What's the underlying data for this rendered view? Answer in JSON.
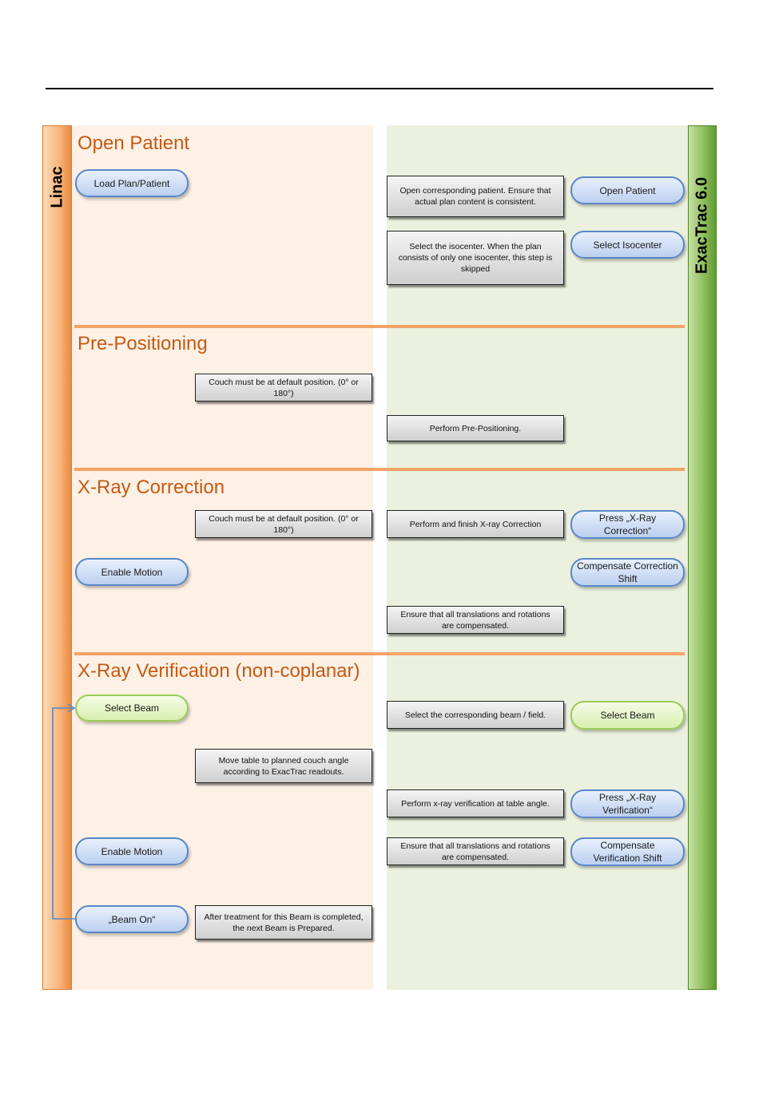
{
  "lanes": {
    "left": "Linac",
    "right": "ExacTrac 6.0"
  },
  "sections": [
    {
      "title": "Open Patient",
      "linac_actions": [
        "Load Plan/Patient"
      ],
      "exactrac_notes": [
        "Open corresponding patient. Ensure that actual plan content is consistent.",
        "Select the isocenter. When the plan consists of only one isocenter, this step is skipped"
      ],
      "exactrac_actions": [
        "Open Patient",
        "Select Isocenter"
      ]
    },
    {
      "title": "Pre-Positioning",
      "linac_notes": [
        "Couch must be at default position. (0° or 180°)"
      ],
      "exactrac_notes": [
        "Perform Pre-Positioning."
      ]
    },
    {
      "title": "X-Ray Correction",
      "linac_notes": [
        "Couch must be at default position. (0° or 180°)"
      ],
      "linac_actions": [
        "Enable Motion"
      ],
      "exactrac_notes": [
        "Perform and finish X-ray Correction",
        "Ensure that all translations and rotations are compensated."
      ],
      "exactrac_actions": [
        "Press „X-Ray Correction“",
        "Compensate Correction Shift"
      ]
    },
    {
      "title": "X-Ray Verification (non-coplanar)",
      "linac_actions": [
        "Select Beam",
        "Enable Motion",
        "„Beam On“"
      ],
      "linac_notes": [
        "Move table to planned couch angle according to ExacTrac readouts.",
        "After  treatment for this Beam is completed, the next Beam is Prepared."
      ],
      "exactrac_notes": [
        "Select the corresponding  beam / field.",
        "Perform x-ray verification at table angle.",
        "Ensure that all translations and rotations are compensated."
      ],
      "exactrac_actions": [
        "Select Beam",
        "Press „X-Ray Verification“",
        "Compensate Verification Shift"
      ]
    }
  ],
  "colors": {
    "section_title": "#c55a11",
    "separator": "#f4a367",
    "action_pill": "#bcd0f0",
    "select_beam_pill": "#d8efb0",
    "linac_background": "#fdf1e6",
    "exactrac_background": "#ebf1de",
    "loop_arrow": "#5b87c8"
  }
}
